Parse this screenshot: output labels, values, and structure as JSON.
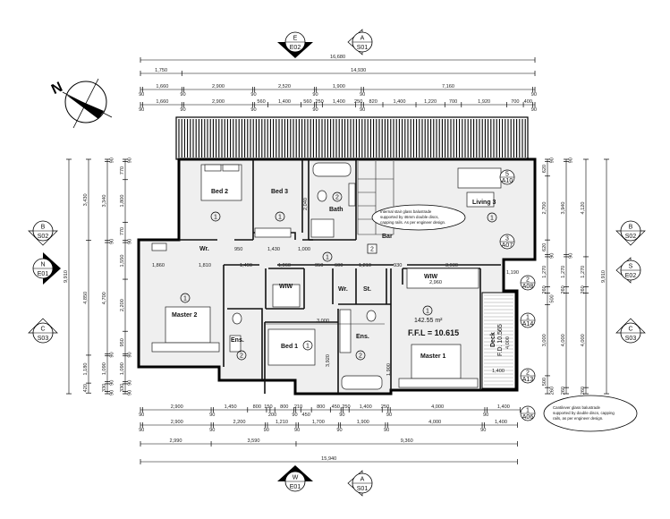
{
  "north_label": "N",
  "rooms": {
    "bed2": "Bed 2",
    "bed3": "Bed 3",
    "bath": "Bath",
    "living3": "Living 3",
    "wr_upper": "Wr.",
    "master2": "Master 2",
    "wiw_left": "WIW",
    "wr_mid": "Wr.",
    "st": "St.",
    "ens_left": "Ens.",
    "bed1": "Bed 1",
    "ens_right": "Ens.",
    "master1": "Master 1",
    "wiw_right": "WIW",
    "bar": "Bar",
    "deck": "Deck"
  },
  "room_numbers": {
    "bed2": "1",
    "bed3": "1",
    "bath": "2",
    "hall": "1",
    "living3": "1",
    "master2": "1",
    "ens_left": "2",
    "bed1": "1",
    "ens_right": "2",
    "master1": "1",
    "bar": "2"
  },
  "floor_area": "142.55 m²",
  "ffl": "F.F.L = 10.615",
  "deck_fl": "F.D. 10.565",
  "deck_dims": {
    "length": "4,000",
    "width": "1,400"
  },
  "inner_dims": [
    "3,000",
    "2,040",
    "1,430",
    "1,000",
    "950",
    "1,860",
    "1,810",
    "1,490",
    "1,960",
    "950",
    "600",
    "1,210",
    "930",
    "3,930",
    "2,960",
    "1,190",
    "3,920",
    "1,900"
  ],
  "notes": {
    "stair": [
      "Internal stair glass balustrade",
      "supported by 46mm double discs,",
      "capping rails. As per engineer design."
    ],
    "deck": [
      "Cantilever glass balustrade",
      "supported by double discs, capping",
      "rails, as per engineer design."
    ]
  },
  "section_markers": [
    {
      "top": "E",
      "bottom": "E02"
    },
    {
      "top": "A",
      "bottom": "S01"
    },
    {
      "top": "B",
      "bottom": "S02"
    },
    {
      "top": "N",
      "bottom": "E01"
    },
    {
      "top": "C",
      "bottom": "S03"
    },
    {
      "top": "B",
      "bottom": "S02"
    },
    {
      "top": "S",
      "bottom": "E02"
    },
    {
      "top": "C",
      "bottom": "S03"
    },
    {
      "top": "W",
      "bottom": "E01"
    },
    {
      "top": "A",
      "bottom": "S01"
    }
  ],
  "detail_tags": [
    {
      "top": "5",
      "bottom": "A10"
    },
    {
      "top": "3",
      "bottom": "A07"
    },
    {
      "top": "2",
      "bottom": "A08"
    },
    {
      "top": "1",
      "bottom": "A14"
    },
    {
      "top": "2",
      "bottom": "A13"
    },
    {
      "top": "1",
      "bottom": "A06"
    }
  ],
  "dimension_units": "mm",
  "dimensions": {
    "top": [
      [
        16680
      ],
      [
        1750,
        14930
      ],
      [
        90,
        1660,
        90,
        2900,
        90,
        2520,
        90,
        1900,
        90,
        7160,
        90
      ],
      [
        90,
        1660,
        90,
        2900,
        90,
        560,
        1400,
        560,
        90,
        250,
        1400,
        250,
        90,
        820,
        1400,
        1220,
        700,
        1920,
        700,
        400,
        90
      ]
    ],
    "bottom": [
      [
        90,
        2900,
        90,
        1450,
        800,
        150,
        200,
        800,
        90,
        210,
        450,
        800,
        450,
        90,
        250,
        1400,
        250,
        90,
        4000,
        90,
        1400
      ],
      [
        90,
        2900,
        90,
        2200,
        90,
        1210,
        90,
        1700,
        90,
        1900,
        90,
        4000,
        90,
        1400
      ],
      [
        2990,
        3590,
        9360
      ],
      [
        15940
      ]
    ],
    "left": [
      [
        9910
      ],
      [
        3430,
        4850,
        1180,
        420
      ],
      [
        90,
        3340,
        90,
        4700,
        90,
        1090,
        90,
        330,
        90
      ],
      [
        90,
        770,
        1800,
        770,
        90,
        1550,
        2200,
        950,
        90,
        1090,
        90,
        330,
        90
      ]
    ],
    "right": [
      [
        90,
        620,
        2700,
        620,
        90,
        1270,
        260,
        500,
        3000,
        500,
        260
      ],
      [
        90,
        3940,
        90,
        1270,
        260,
        4000,
        260
      ],
      [
        4120,
        1270,
        260,
        4000,
        260
      ],
      [
        9910
      ]
    ]
  }
}
